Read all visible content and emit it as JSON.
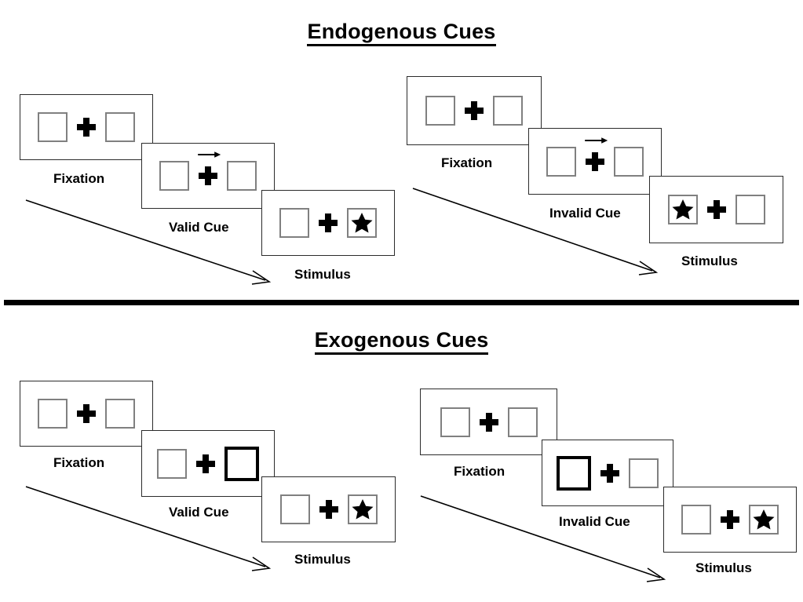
{
  "figure": {
    "sections": [
      {
        "id": "endogenous",
        "title": "Endogenous Cues",
        "sequences": [
          {
            "id": "endogenous-valid",
            "cue_type": "arrow",
            "frames": [
              {
                "label": "Fixation",
                "cue_side": "none",
                "arrow": false,
                "target_side": "none"
              },
              {
                "label": "Valid Cue",
                "cue_side": "none",
                "arrow": true,
                "target_side": "none"
              },
              {
                "label": "Stimulus",
                "cue_side": "none",
                "arrow": false,
                "target_side": "right"
              }
            ]
          },
          {
            "id": "endogenous-invalid",
            "cue_type": "arrow",
            "frames": [
              {
                "label": "Fixation",
                "cue_side": "none",
                "arrow": false,
                "target_side": "none"
              },
              {
                "label": "Invalid Cue",
                "cue_side": "none",
                "arrow": true,
                "target_side": "none"
              },
              {
                "label": "Stimulus",
                "cue_side": "none",
                "arrow": false,
                "target_side": "left"
              }
            ]
          }
        ]
      },
      {
        "id": "exogenous",
        "title": "Exogenous Cues",
        "sequences": [
          {
            "id": "exogenous-valid",
            "cue_type": "box-flash",
            "frames": [
              {
                "label": "Fixation",
                "cue_side": "none",
                "arrow": false,
                "target_side": "none"
              },
              {
                "label": "Valid Cue",
                "cue_side": "right",
                "arrow": false,
                "target_side": "none"
              },
              {
                "label": "Stimulus",
                "cue_side": "none",
                "arrow": false,
                "target_side": "right"
              }
            ]
          },
          {
            "id": "exogenous-invalid",
            "cue_type": "box-flash",
            "frames": [
              {
                "label": "Fixation",
                "cue_side": "none",
                "arrow": false,
                "target_side": "none"
              },
              {
                "label": "Invalid Cue",
                "cue_side": "left",
                "arrow": false,
                "target_side": "none"
              },
              {
                "label": "Stimulus",
                "cue_side": "none",
                "arrow": false,
                "target_side": "right"
              }
            ]
          }
        ]
      }
    ],
    "icons": {
      "target": "star-icon",
      "fixation": "fixation-cross-icon",
      "cue_arrow": "right-arrow-cue-icon",
      "sequence_flow": "diagonal-flow-arrow-icon"
    },
    "colors": {
      "ink": "#000000",
      "panel_border": "#2b2b2b",
      "box_border": "#808080",
      "cued_box_border": "#000000",
      "background": "#ffffff"
    }
  }
}
